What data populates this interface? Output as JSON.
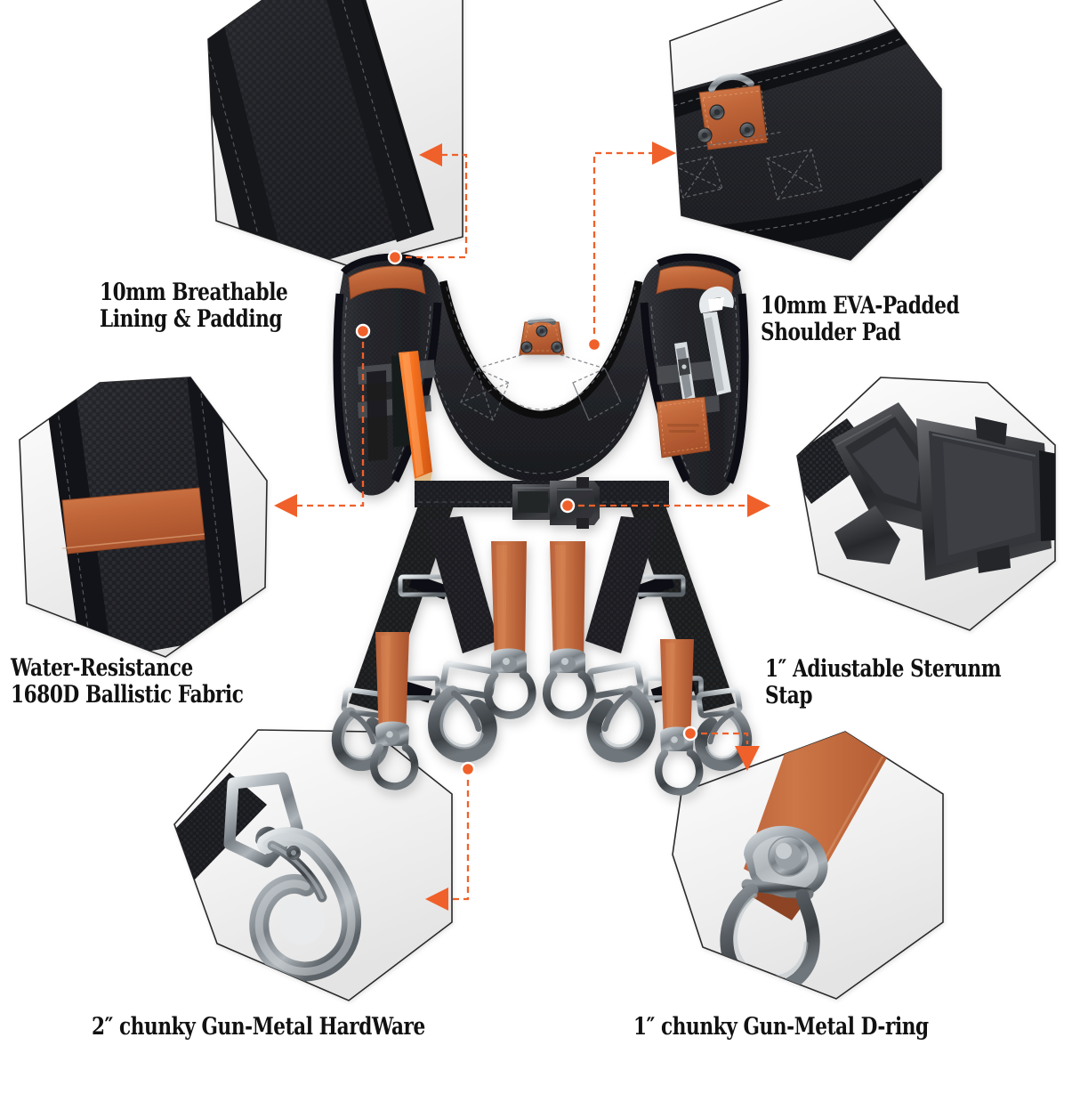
{
  "page": {
    "title": "Tool Harness Feature Infographic",
    "background_color": "#ffffff",
    "accent_color": "#F0602A",
    "leather_color": "#C4663A",
    "fabric_color": "#1c1c1e",
    "metal_color": "#9aa0a4"
  },
  "product": {
    "name": "Padded Work Tool Harness / Suspenders",
    "parts": [
      "shoulder-pad-left",
      "shoulder-pad-right",
      "chest-yoke",
      "top-d-ring",
      "sternum-strap-buckle",
      "crossing-back-straps",
      "swivel-snap-hooks",
      "leather-d-ring-loops",
      "pencil-holder",
      "tool-pocket",
      "leather-logo-patch"
    ],
    "accessories": {
      "pencil": "orange-carpenter-pencil",
      "tools": [
        "utility-knife",
        "open-end-wrench"
      ]
    }
  },
  "callouts": [
    {
      "id": "breathable-lining",
      "position": "top-left",
      "label": "10mm Breathable\nLining & Padding",
      "panel_image": "neoprene-lining-closeup",
      "arrow_direction": "left",
      "anchor": "left-shoulder-pad-top"
    },
    {
      "id": "eva-shoulder-pad",
      "position": "top-right",
      "label": "10mm EVA-Padded\nShoulder Pad",
      "panel_image": "shoulder-pad-d-ring-closeup",
      "arrow_direction": "right",
      "anchor": "chest-yoke-right"
    },
    {
      "id": "ballistic-fabric",
      "position": "middle-left",
      "label": "Water-Resistance\n1680D Ballistic Fabric",
      "panel_image": "ballistic-fabric-leather-strip-closeup",
      "arrow_direction": "left",
      "anchor": "left-shoulder-pad-panel"
    },
    {
      "id": "sternum-strap",
      "position": "middle-right",
      "label": "1″  Adiustable Sterunm Stap",
      "panel_image": "side-release-buckle-closeup",
      "arrow_direction": "right",
      "anchor": "sternum-buckle"
    },
    {
      "id": "gun-metal-hardware",
      "position": "bottom-left",
      "label": "2″  chunky Gun-Metal HardWare",
      "panel_image": "swivel-snap-hook-closeup",
      "arrow_direction": "left",
      "anchor": "left-snap-hook"
    },
    {
      "id": "gun-metal-d-ring",
      "position": "bottom-right",
      "label": "1″  chunky Gun-Metal D-ring",
      "panel_image": "leather-loop-d-ring-closeup",
      "arrow_direction": "down",
      "anchor": "right-leather-d-ring-loop"
    }
  ]
}
